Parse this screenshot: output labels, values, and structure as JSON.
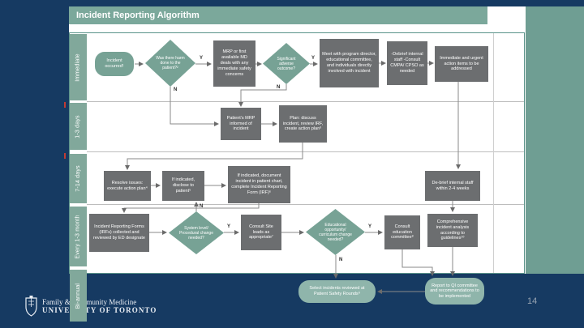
{
  "title": "Incident Reporting Algorithm",
  "page_number": "14",
  "footer": {
    "org_line1": "Family & Community Medicine",
    "org_line2": "UNIVERSITY OF TORONTO"
  },
  "timeline_rows": [
    {
      "label": "Immediate"
    },
    {
      "label": "1-3 days"
    },
    {
      "label": "7-14 days"
    },
    {
      "label": "Every 1-3 month"
    },
    {
      "label": "Bi-annual"
    }
  ],
  "branch_labels": {
    "yes": "Y",
    "no": "N"
  },
  "nodes": {
    "incident_occurred": "Incident occurred¹",
    "harm_decision": "Was there harm done to the patient?²",
    "mrp_deals": "MRP or first available MD deals with any immediate safety concerns",
    "adverse_decision": "Significant adverse outcome?",
    "meet_program": "Meet with program director, educational committee, and individuals directly involved with incident",
    "debrief_consult": "-Debrief internal staff -Consult CMPA/ CPSO as needed",
    "urgent_actions": "Immediate and urgent action items to be addressed",
    "mrp_informed": "Patient's MRP informed of incident",
    "plan_discuss": "Plan: discuss incident, review IRF, create action plan³",
    "resolve_issues": "Resolve issues: execute action plan⁴",
    "disclose_patient": "If indicated, disclose to patient⁵",
    "document_incident": "If indicated, document incident in patient chart, complete Incident Reporting Form (IRF)⁶",
    "debrief_two_weeks": "De-brief internal staff within 2-4 weeks",
    "irfs_collected": "Incident Reporting Forms (IRFs) collected and reviewed by ED designate",
    "system_decision": "System level/ Procedural change needed?",
    "consult_site": "Consult Site leads as appropriate⁷",
    "educational_decision": "Educational opportunity/ curriculum change needed?",
    "consult_education": "Consult education committee⁸",
    "comprehensive_analysis": "Comprehensive incident analysis according to guidelines¹⁰",
    "select_incidents": "Select incidents reviewed at Patient Safety Rounds⁹",
    "report_qi": "Report to QI committee and recommendations to be implemented"
  },
  "colors": {
    "background_navy": "#163a62",
    "title_bar_sage": "#7ba89b",
    "timeline_strip": "#81a89b",
    "diamond_sage": "#77a295",
    "box_gray": "#6c6e70",
    "right_band_teal": "#6f9e93",
    "row5_pill": "#8fb5ab",
    "connector_gray": "#8a8a8a",
    "page_number_gray": "#97a3b2"
  }
}
